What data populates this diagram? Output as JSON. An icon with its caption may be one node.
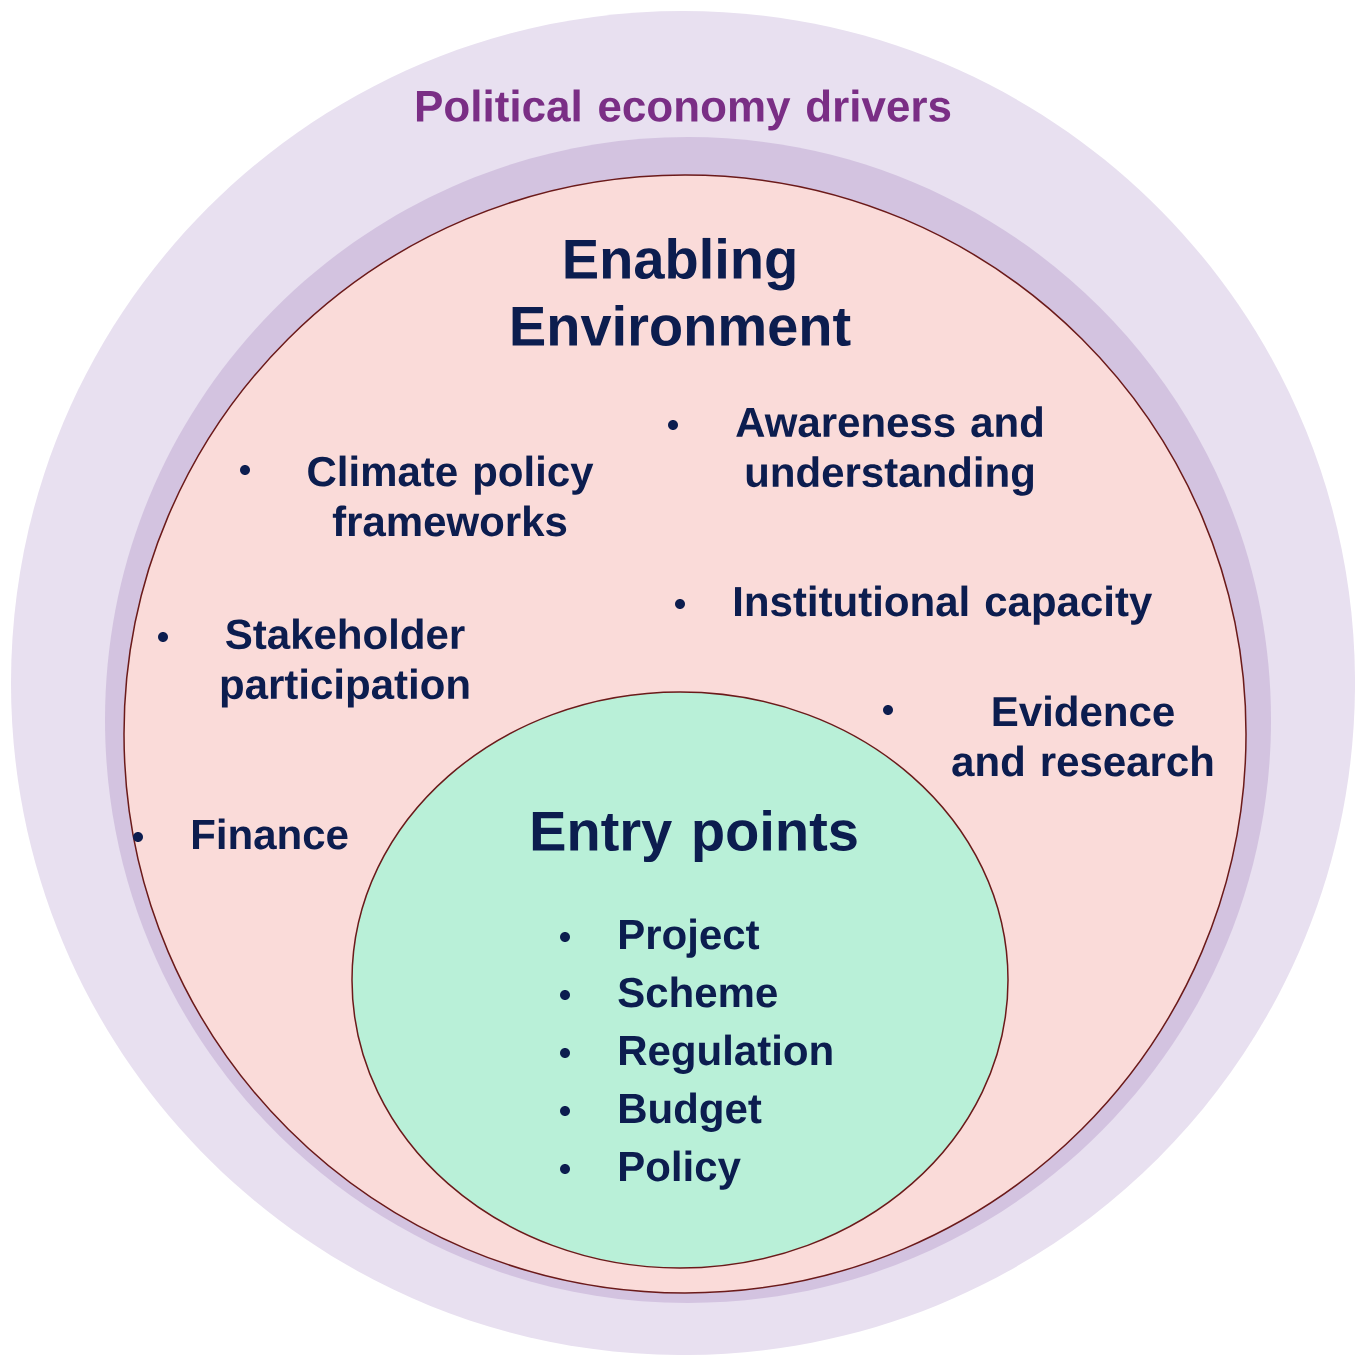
{
  "diagram": {
    "nodes": [
      {
        "text": [
          "Political economy drivers"
        ]
      },
      {
        "text": [
          "Enabling Environment",
          "Climate policy frameworks",
          "Awareness and understanding",
          "Institutional capacity",
          "Stakeholder participation",
          "Evidence and research",
          "Finance"
        ],
        "in": 0
      },
      {
        "text": [
          "Entry points",
          "Project",
          "Scheme",
          "Regulation",
          "Budget",
          "Policy"
        ],
        "in": 1
      }
    ],
    "edges": []
  }
}
